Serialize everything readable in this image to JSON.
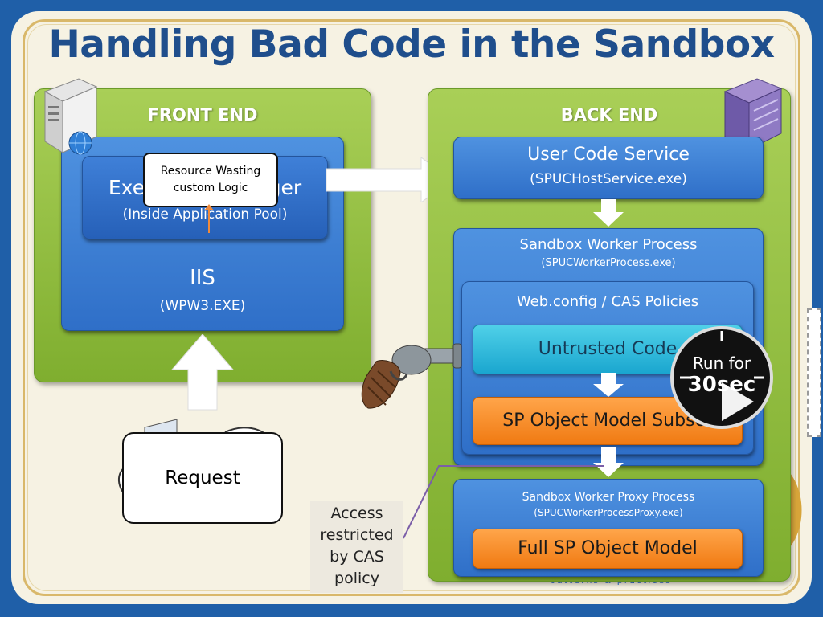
{
  "title": "Handling Bad Code in the Sandbox",
  "front_end": {
    "label": "FRONT END",
    "exec_box": {
      "line1": "Execution Manager",
      "line2": "(Inside Application Pool)"
    },
    "iis": {
      "line1": "IIS",
      "line2": "(WPW3.EXE)"
    },
    "callout": {
      "line1": "Resource Wasting",
      "line2": "custom Logic"
    },
    "request": "Request"
  },
  "back_end": {
    "label": "BACK END",
    "user_code_service": {
      "line1": "User Code Service",
      "line2": "(SPUCHostService.exe)"
    },
    "worker": {
      "line1": "Sandbox Worker Process",
      "line2": "(SPUCWorkerProcess.exe)"
    },
    "policies": "Web.config / CAS Policies",
    "untrusted": "Untrusted Code",
    "om_subset": "SP Object Model Subset",
    "proxy": {
      "line1": "Sandbox Worker Proxy Process",
      "line2": "(SPUCWorkerProcessProxy.exe)"
    },
    "full_om": "Full SP Object Model"
  },
  "access_note": {
    "line1": "Access",
    "line2": "restricted",
    "line3": "by CAS",
    "line4": "policy"
  },
  "timer": {
    "line1": "Run for",
    "line2": "30sec"
  },
  "brand": "patterns & practices",
  "colors": {
    "accent": "#1f4e8c",
    "green": "#8dbd3c",
    "blue": "#3a7bd5",
    "orange": "#f28a22",
    "cyan": "#2bbbe0"
  },
  "icons": [
    "server-icon",
    "server-rack-icon",
    "globe-icon",
    "pistol-icon",
    "stopwatch-icon"
  ]
}
